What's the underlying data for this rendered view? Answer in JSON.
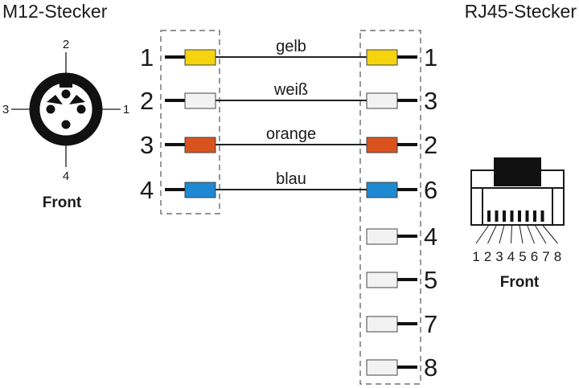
{
  "titles": {
    "m12": "M12-Stecker",
    "rj45": "RJ45-Stecker"
  },
  "m12_connector": {
    "pins": [
      "1",
      "2",
      "3",
      "4"
    ],
    "front_label": "Front"
  },
  "rj45_connector": {
    "pins": [
      "1",
      "2",
      "3",
      "4",
      "5",
      "6",
      "7",
      "8"
    ],
    "front_label": "Front"
  },
  "wiring": [
    {
      "m12_pin": "1",
      "color_name": "gelb",
      "color": "#f5d40f",
      "rj45_pin": "1"
    },
    {
      "m12_pin": "2",
      "color_name": "weiß",
      "color": "#f2f2f2",
      "rj45_pin": "3"
    },
    {
      "m12_pin": "3",
      "color_name": "orange",
      "color": "#d9531e",
      "rj45_pin": "2"
    },
    {
      "m12_pin": "4",
      "color_name": "blau",
      "color": "#1e88d2",
      "rj45_pin": "6"
    }
  ],
  "unused_rj45_pins": [
    "4",
    "5",
    "7",
    "8"
  ],
  "unused_color": "#f2f2f2"
}
